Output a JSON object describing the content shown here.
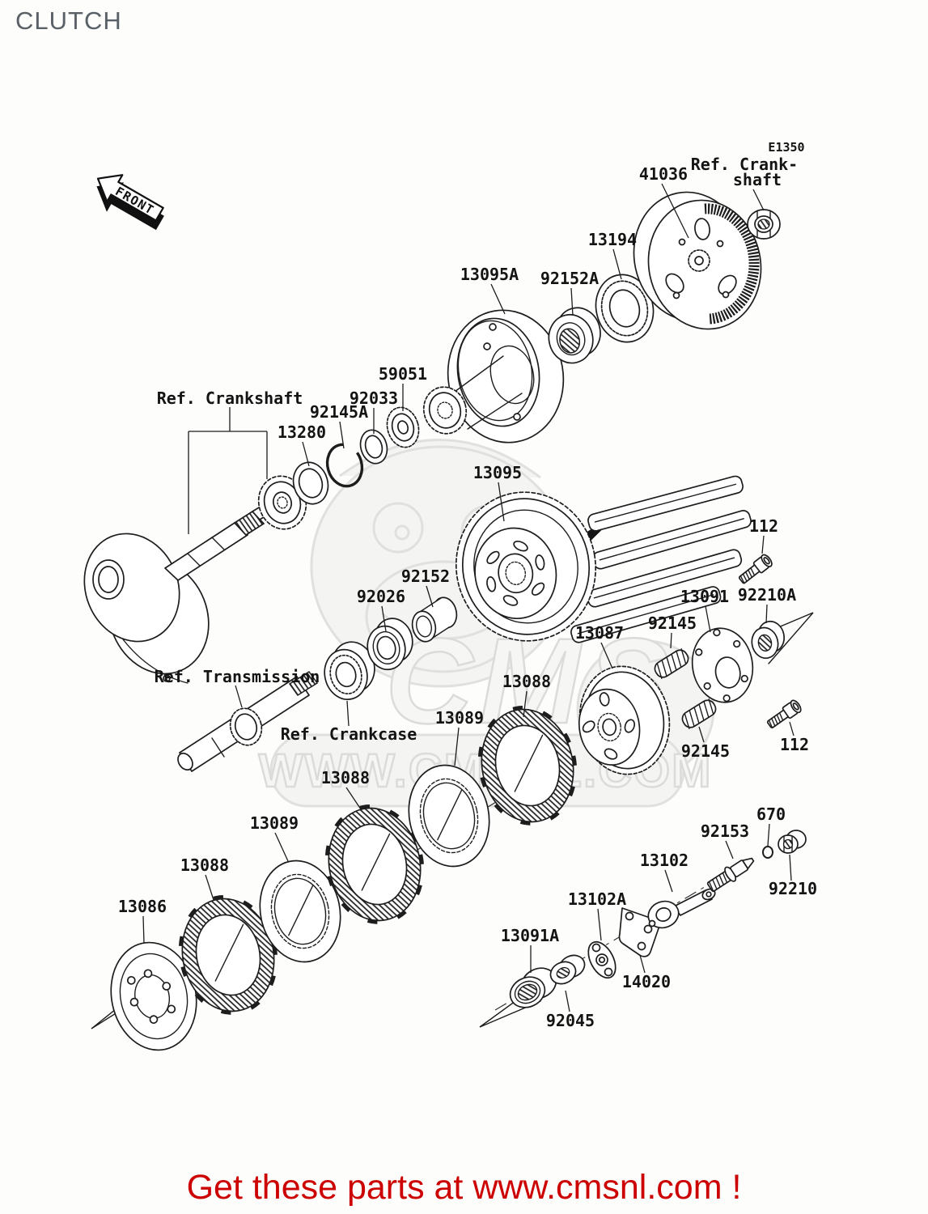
{
  "page": {
    "title": "CLUTCH"
  },
  "front_marker": {
    "text": "FRONT"
  },
  "watermark": {
    "logo": "CMS",
    "url": "WWW.CMSNL.COM"
  },
  "footer": {
    "text": "Get these parts at www.cmsnl.com !",
    "color": "#cc0000"
  },
  "labels": [
    {
      "id": "e1350",
      "text": "E1350"
    },
    {
      "id": "ref-crank-line1",
      "text": "Ref. Crank-"
    },
    {
      "id": "ref-crank-line2",
      "text": "shaft"
    },
    {
      "id": "41036",
      "text": "41036"
    },
    {
      "id": "13194",
      "text": "13194"
    },
    {
      "id": "13095a",
      "text": "13095A"
    },
    {
      "id": "92152a",
      "text": "92152A"
    },
    {
      "id": "59051",
      "text": "59051"
    },
    {
      "id": "92033",
      "text": "92033"
    },
    {
      "id": "92145a",
      "text": "92145A"
    },
    {
      "id": "13280",
      "text": "13280"
    },
    {
      "id": "ref-crankshaft",
      "text": "Ref. Crankshaft"
    },
    {
      "id": "13095",
      "text": "13095"
    },
    {
      "id": "92152",
      "text": "92152"
    },
    {
      "id": "92026",
      "text": "92026"
    },
    {
      "id": "112-top",
      "text": "112"
    },
    {
      "id": "13091",
      "text": "13091"
    },
    {
      "id": "92210a",
      "text": "92210A"
    },
    {
      "id": "92145-top",
      "text": "92145"
    },
    {
      "id": "13087",
      "text": "13087"
    },
    {
      "id": "ref-transmission",
      "text": "Ref. Transmission"
    },
    {
      "id": "13088-right",
      "text": "13088"
    },
    {
      "id": "13089-right",
      "text": "13089"
    },
    {
      "id": "ref-crankcase",
      "text": "Ref. Crankcase"
    },
    {
      "id": "92145-bottom",
      "text": "92145"
    },
    {
      "id": "112-bottom",
      "text": "112"
    },
    {
      "id": "13088-mid",
      "text": "13088"
    },
    {
      "id": "13089-left",
      "text": "13089"
    },
    {
      "id": "13088-left",
      "text": "13088"
    },
    {
      "id": "13086",
      "text": "13086"
    },
    {
      "id": "670",
      "text": "670"
    },
    {
      "id": "92153",
      "text": "92153"
    },
    {
      "id": "13102",
      "text": "13102"
    },
    {
      "id": "92210",
      "text": "92210"
    },
    {
      "id": "13102a",
      "text": "13102A"
    },
    {
      "id": "13091a",
      "text": "13091A"
    },
    {
      "id": "14020",
      "text": "14020"
    },
    {
      "id": "92045",
      "text": "92045"
    }
  ]
}
